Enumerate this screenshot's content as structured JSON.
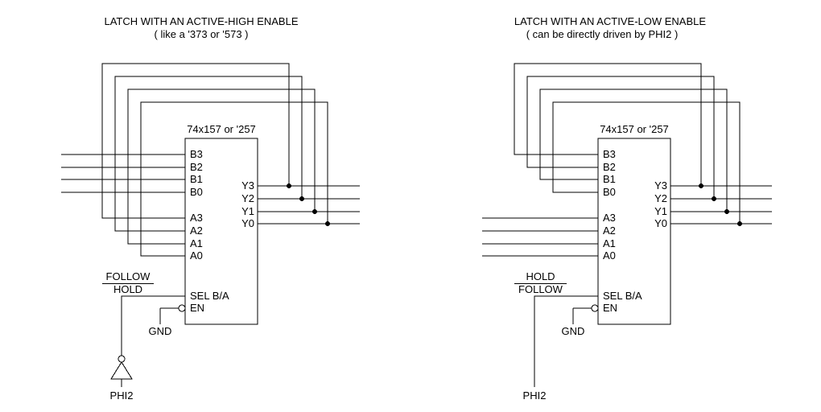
{
  "colors": {
    "line": "#000000",
    "background": "#ffffff"
  },
  "left": {
    "title": "LATCH WITH AN ACTIVE-HIGH ENABLE",
    "subtitle": "( like a '373 or '573 )",
    "chip": {
      "name": "74x157 or '257",
      "b_pins": [
        "B3",
        "B2",
        "B1",
        "B0"
      ],
      "a_pins": [
        "A3",
        "A2",
        "A1",
        "A0"
      ],
      "y_pins": [
        "Y3",
        "Y2",
        "Y1",
        "Y0"
      ],
      "sel_pin": "SEL B/A",
      "en_pin": "EN"
    },
    "sel_high": "FOLLOW",
    "sel_low": "HOLD",
    "gnd": "GND",
    "clock": "PHI2"
  },
  "right": {
    "title": "LATCH WITH AN ACTIVE-LOW ENABLE",
    "subtitle": "( can be directly driven by PHI2 )",
    "chip": {
      "name": "74x157 or '257",
      "b_pins": [
        "B3",
        "B2",
        "B1",
        "B0"
      ],
      "a_pins": [
        "A3",
        "A2",
        "A1",
        "A0"
      ],
      "y_pins": [
        "Y3",
        "Y2",
        "Y1",
        "Y0"
      ],
      "sel_pin": "SEL B/A",
      "en_pin": "EN"
    },
    "sel_high": "HOLD",
    "sel_low": "FOLLOW",
    "gnd": "GND",
    "clock": "PHI2"
  }
}
